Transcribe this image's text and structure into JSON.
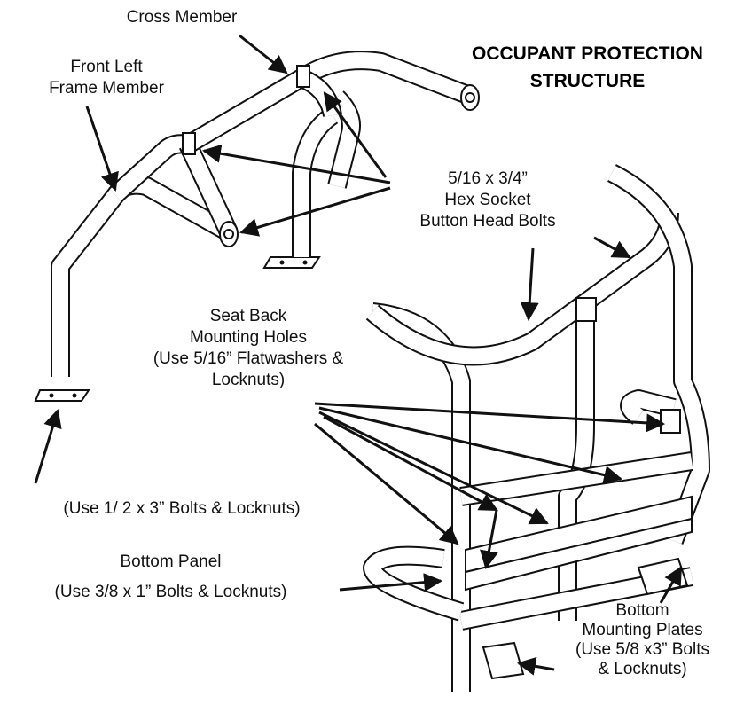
{
  "title": {
    "line1": "OCCUPANT PROTECTION",
    "line2": "STRUCTURE"
  },
  "labels": {
    "cross_member": "Cross Member",
    "front_left": [
      "Front Left",
      "Frame Member"
    ],
    "bolts": [
      "5/16 x 3/4”",
      "Hex Socket",
      "Button Head Bolts"
    ],
    "seat_back": [
      "Seat Back",
      "Mounting Holes",
      "(Use 5/16” Flatwashers &",
      "Locknuts)"
    ],
    "front_plate_bolts": "(Use 1/ 2 x 3” Bolts & Locknuts)",
    "bottom_panel": [
      "Bottom Panel",
      "(Use 3/8 x 1” Bolts & Locknuts)"
    ],
    "bottom_plates": [
      "Bottom",
      "Mounting Plates",
      "(Use 5/8 x3” Bolts",
      "& Locknuts)"
    ]
  }
}
